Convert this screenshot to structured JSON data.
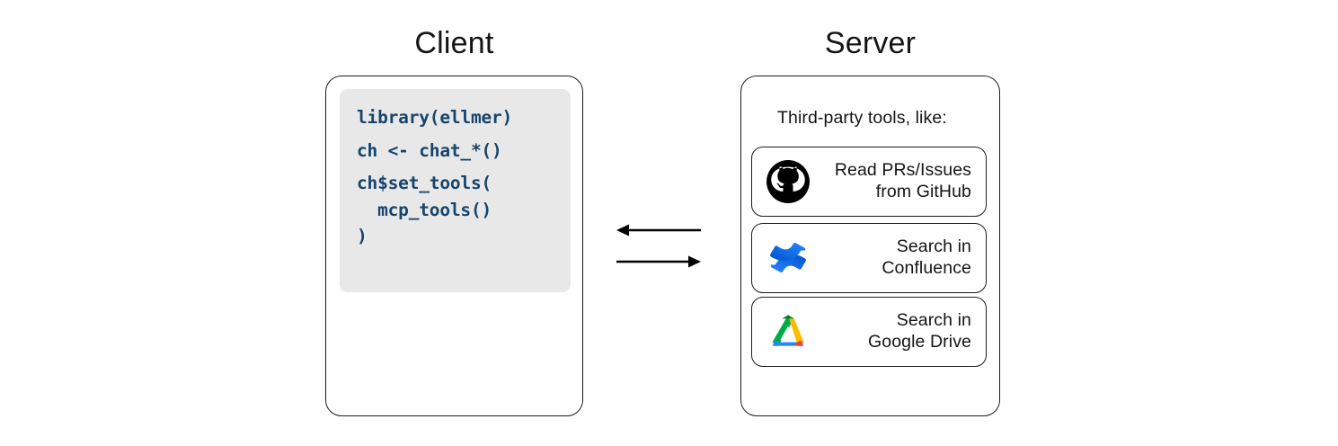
{
  "diagram": {
    "client": {
      "title": "Client",
      "code_lines": [
        "library(ellmer)",
        "ch <- chat_*()",
        "ch$set_tools(",
        "  mcp_tools()",
        ")"
      ]
    },
    "server": {
      "title": "Server",
      "caption": "Third-party tools, like:",
      "tools": [
        {
          "icon": "github-icon",
          "label_line1": "Read PRs/Issues",
          "label_line2": "from GitHub"
        },
        {
          "icon": "confluence-icon",
          "label_line1": "Search in",
          "label_line2": "Confluence"
        },
        {
          "icon": "google-drive-icon",
          "label_line1": "Search in",
          "label_line2": "Google Drive"
        }
      ]
    },
    "connection": {
      "arrow_to_client": "arrow-left",
      "arrow_to_server": "arrow-right"
    },
    "colors": {
      "code_text": "#17456c",
      "code_background": "#e8e8e8",
      "outline": "#1d1d1d",
      "text": "#141414",
      "github": "#000000",
      "confluence_blue": "#2684ff",
      "confluence_dark_blue": "#0052cc",
      "drive_green": "#00ac47",
      "drive_yellow": "#ffba00",
      "drive_blue": "#2684fc",
      "drive_red": "#ea4335",
      "drive_dark_green": "#00832d"
    }
  }
}
